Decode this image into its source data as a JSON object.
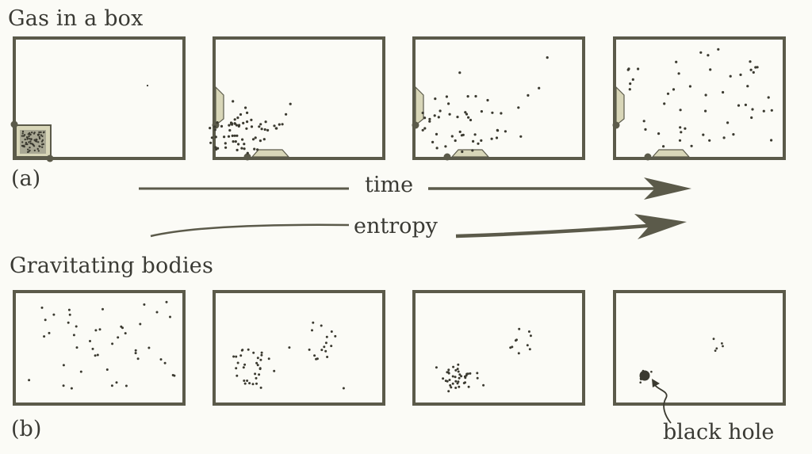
{
  "title_a": "Gas in a box",
  "title_b": "Gravitating bodies",
  "label_a": "(a)",
  "label_b": "(b)",
  "arrow_time": "time",
  "arrow_entropy": "entropy",
  "annotation_black_hole": "black hole",
  "colors": {
    "frame": "#5b5a4a",
    "dot": "#3b3a30",
    "valve": "#d8d6b8",
    "arrow": "#5b5a4a",
    "background": "#fbfbf6"
  }
}
